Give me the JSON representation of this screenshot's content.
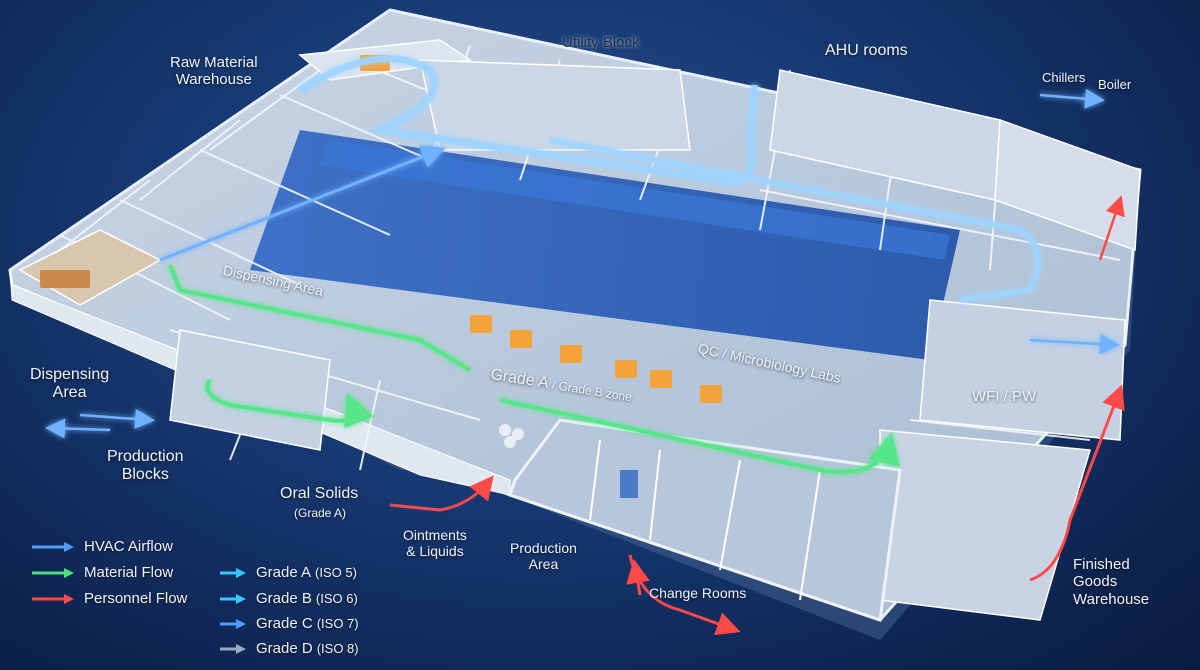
{
  "areas": {
    "raw_material": "Raw Material\nWarehouse",
    "utility_block": "Utility Block",
    "ahu_rooms": "AHU rooms",
    "chillers": "Chillers",
    "boiler": "Boiler",
    "dispensing_inner": "Dispensing Area",
    "dispensing_outer": "Dispensing\nArea",
    "qc_labs": "QC / Microbiology Labs",
    "grade_a": "Grade A",
    "grade_b_zone": "/ Grade B zone",
    "wfi_pw": "WFI / PW",
    "production_blocks": "Production\nBlocks",
    "oral_solids": "Oral Solids",
    "oral_solids_grade": "(Grade A)",
    "ointments": "Ointments\n& Liquids",
    "production_area": "Production\nArea",
    "change_rooms": "Change Rooms",
    "finished_goods": "Finished\nGoods\nWarehouse"
  },
  "legend": {
    "flows": [
      {
        "label": "HVAC Airflow",
        "color": "#4f9bff"
      },
      {
        "label": "Material Flow",
        "color": "#4ee07a"
      },
      {
        "label": "Personnel Flow",
        "color": "#ff4a4a"
      }
    ],
    "grades": [
      {
        "label": "Grade A",
        "iso": "(ISO 5)",
        "color": "#37c6ff"
      },
      {
        "label": "Grade B",
        "iso": "(ISO 6)",
        "color": "#37c6ff"
      },
      {
        "label": "Grade C",
        "iso": "(ISO 7)",
        "color": "#4f9bff"
      },
      {
        "label": "Grade D",
        "iso": "(ISO 8)",
        "color": "#9aa8bf"
      }
    ]
  }
}
